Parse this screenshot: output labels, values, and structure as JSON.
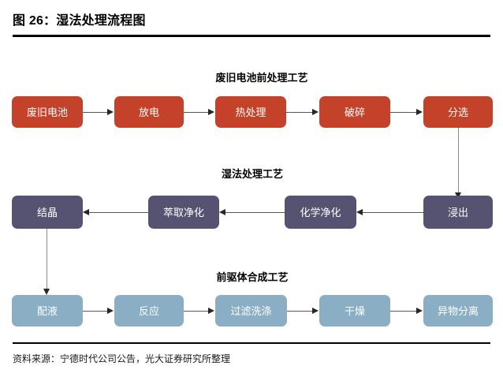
{
  "figure": {
    "title": "图 26：湿法处理流程图",
    "source_note": "资料来源：宁德时代公司公告，光大证券研究所整理"
  },
  "colors": {
    "pretreatment": "#C4422A",
    "hydrometallurgy": "#565272",
    "precursor": "#8AAEC3",
    "connector": "#595959",
    "rule": "#000000"
  },
  "sections": [
    {
      "id": "pretreatment",
      "caption": "废旧电池前处理工艺",
      "flow_direction": "left-to-right",
      "nodes": [
        {
          "label": "废旧电池"
        },
        {
          "label": "放电"
        },
        {
          "label": "热处理"
        },
        {
          "label": "破碎"
        },
        {
          "label": "分选"
        }
      ]
    },
    {
      "id": "hydrometallurgy",
      "caption": "湿法处理工艺",
      "flow_direction": "right-to-left",
      "nodes": [
        {
          "label": "结晶"
        },
        {
          "label": "萃取净化"
        },
        {
          "label": "化学净化"
        },
        {
          "label": "浸出"
        }
      ]
    },
    {
      "id": "precursor",
      "caption": "前驱体合成工艺",
      "flow_direction": "left-to-right",
      "nodes": [
        {
          "label": "配液"
        },
        {
          "label": "反应"
        },
        {
          "label": "过滤洗涤"
        },
        {
          "label": "干燥"
        },
        {
          "label": "异物分离"
        }
      ]
    }
  ],
  "cross_section_links": [
    {
      "from": "分选",
      "to": "浸出",
      "direction": "down"
    },
    {
      "from": "结晶",
      "to": "配液",
      "direction": "down"
    }
  ]
}
